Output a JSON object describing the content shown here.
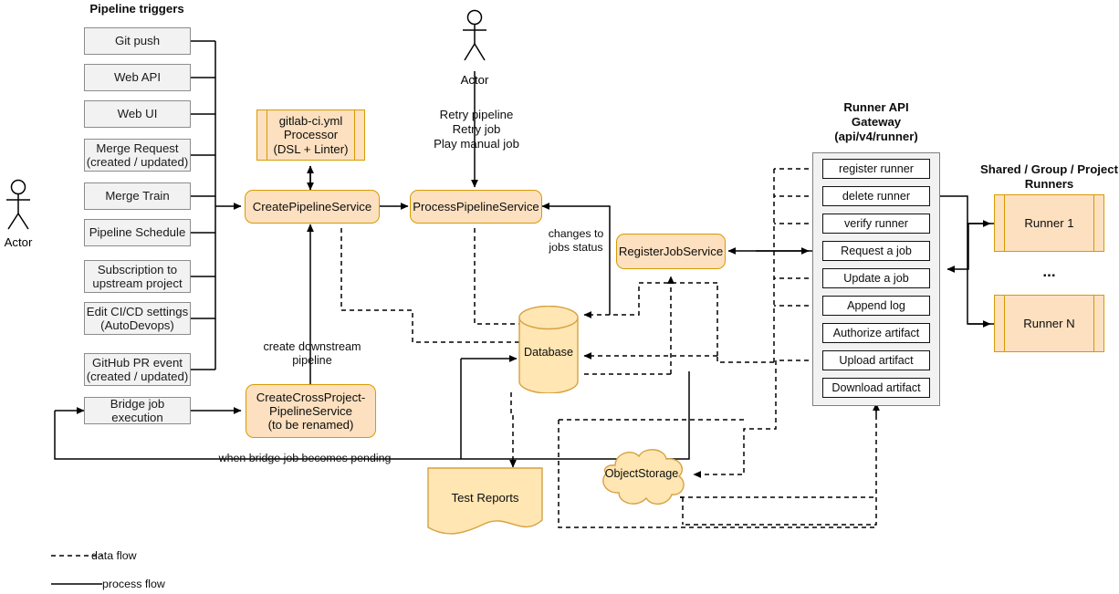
{
  "diagram": {
    "title": "GitLab CI pipeline & runner architecture flow",
    "colors": {
      "service_fill": "#fce0c0",
      "service_stroke": "#d79b00",
      "trigger_fill": "#f2f2f2",
      "trigger_stroke": "#8c8c8c",
      "gateway_fill": "#f2f2f2",
      "gateway_stroke": "#808080",
      "store_fill": "#ffe6b3",
      "store_stroke": "#d6a243",
      "line": "#000000"
    }
  },
  "triggers": {
    "heading": "Pipeline triggers",
    "items": [
      {
        "label": "Git push"
      },
      {
        "label": "Web API"
      },
      {
        "label": "Web UI"
      },
      {
        "label": "Merge Request\n(created / updated)"
      },
      {
        "label": "Merge Train"
      },
      {
        "label": "Pipeline Schedule"
      },
      {
        "label": "Subscription to\nupstream project"
      },
      {
        "label": "Edit CI/CD settings\n(AutoDevops)"
      },
      {
        "label": "GitHub PR event\n(created / updated)"
      },
      {
        "label": "Bridge job execution"
      }
    ]
  },
  "actors": [
    {
      "id": "actor-left",
      "label": "Actor"
    },
    {
      "id": "actor-top",
      "label": "Actor"
    }
  ],
  "services": {
    "yml_processor": "gitlab-ci.yml\nProcessor\n(DSL + Linter)",
    "create_pipeline": "CreatePipelineService",
    "process_pipeline": "ProcessPipelineService",
    "create_cross_project": "CreateCrossProject-\nPipelineService\n(to be renamed)",
    "register_job": "RegisterJobService"
  },
  "stores": {
    "database": "Database",
    "test_reports": "Test Reports",
    "object_storage": "ObjectStorage"
  },
  "gateway": {
    "title": "Runner API\nGateway\n(api/v4/runner)",
    "endpoints": [
      {
        "label": "register runner"
      },
      {
        "label": "delete runner"
      },
      {
        "label": "verify runner"
      },
      {
        "label": "Request a job"
      },
      {
        "label": "Update a job"
      },
      {
        "label": "Append log"
      },
      {
        "label": "Authorize artifact"
      },
      {
        "label": "Upload artifact"
      },
      {
        "label": "Download artifact"
      }
    ]
  },
  "runners": {
    "title": "Shared / Group / Project\nRunners",
    "items": [
      {
        "label": "Runner 1"
      },
      {
        "label": "Runner N"
      }
    ],
    "ellipsis": "..."
  },
  "edge_labels": {
    "retry": "Retry pipeline\nRetry job\nPlay manual job",
    "changes_to_jobs_status": "changes to\njobs status",
    "create_downstream_pipeline": "create downstream\npipeline",
    "when_bridge_job_pending": "when bridge job becomes pending"
  },
  "legend": {
    "items": [
      {
        "label": "data flow",
        "style": "dashed"
      },
      {
        "label": "process flow",
        "style": "solid"
      }
    ]
  }
}
